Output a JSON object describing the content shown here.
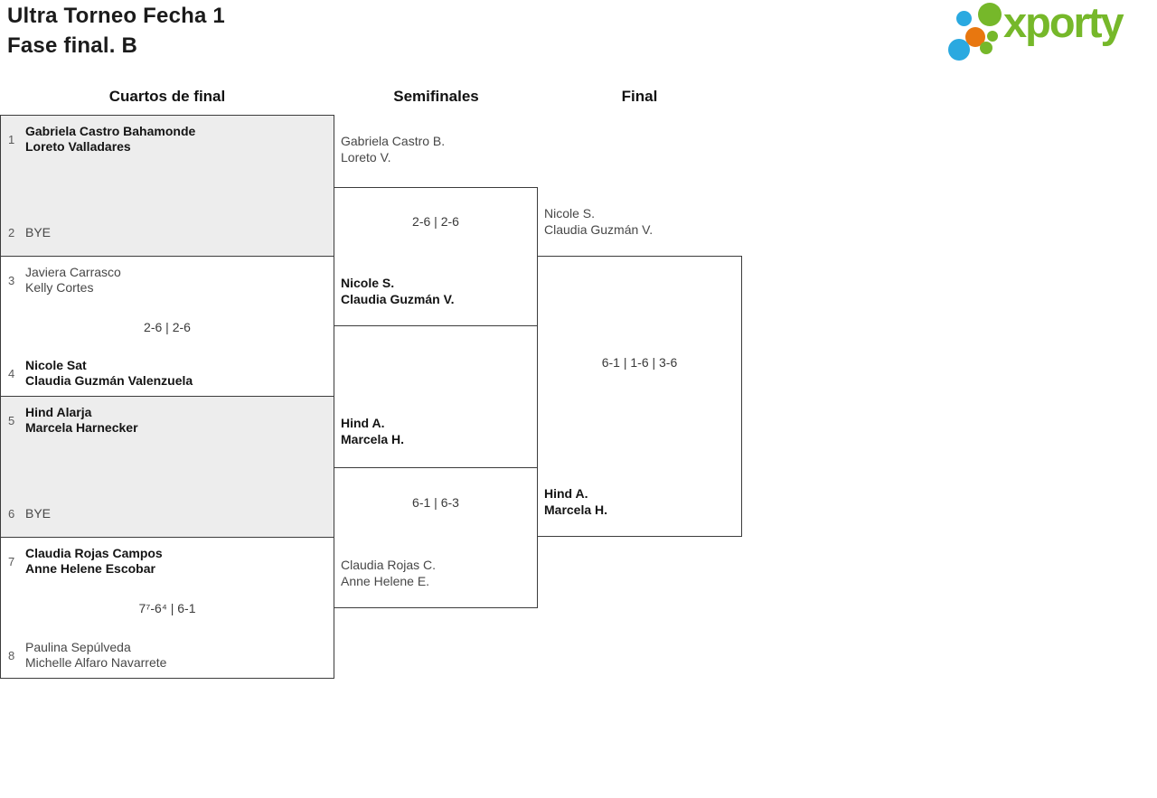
{
  "header": {
    "title_line1": "Ultra Torneo Fecha 1",
    "title_line2": "Fase final. B"
  },
  "logo": {
    "brand": "xporty",
    "colors": {
      "green": "#76b82a",
      "blue": "#2aa9e0",
      "orange": "#e8770f"
    }
  },
  "round_headers": {
    "quarterfinals": "Cuartos de final",
    "semifinals": "Semifinales",
    "final": "Final"
  },
  "bracket": {
    "quarterfinals": [
      {
        "top": {
          "seed": "1",
          "lines": [
            "Gabriela Castro Bahamonde",
            "Loreto Valladares"
          ],
          "winner": true
        },
        "score": "",
        "bottom": {
          "seed": "2",
          "lines": [
            "BYE"
          ],
          "winner": false
        }
      },
      {
        "top": {
          "seed": "3",
          "lines": [
            "Javiera Carrasco",
            "Kelly Cortes"
          ],
          "winner": false
        },
        "score": "2-6 | 2-6",
        "bottom": {
          "seed": "4",
          "lines": [
            "Nicole Sat",
            "Claudia Guzmán Valenzuela"
          ],
          "winner": true
        }
      },
      {
        "top": {
          "seed": "5",
          "lines": [
            "Hind Alarja",
            "Marcela Harnecker"
          ],
          "winner": true
        },
        "score": "",
        "bottom": {
          "seed": "6",
          "lines": [
            "BYE"
          ],
          "winner": false
        }
      },
      {
        "top": {
          "seed": "7",
          "lines": [
            "Claudia Rojas Campos",
            "Anne Helene Escobar"
          ],
          "winner": true
        },
        "score": "7⁷-6⁴ | 6-1",
        "bottom": {
          "seed": "8",
          "lines": [
            "Paulina Sepúlveda",
            "Michelle Alfaro Navarrete"
          ],
          "winner": false
        }
      }
    ],
    "semifinals": [
      {
        "top": {
          "lines": [
            "Gabriela Castro B.",
            "Loreto V."
          ],
          "winner": false
        },
        "score": "2-6 | 2-6",
        "bottom": {
          "lines": [
            "Nicole S.",
            "Claudia Guzmán V."
          ],
          "winner": true
        }
      },
      {
        "top": {
          "lines": [
            "Hind A.",
            "Marcela H."
          ],
          "winner": true
        },
        "score": "6-1 | 6-3",
        "bottom": {
          "lines": [
            "Claudia Rojas C.",
            "Anne Helene E."
          ],
          "winner": false
        }
      }
    ],
    "final": {
      "top": {
        "lines": [
          "Nicole S.",
          "Claudia Guzmán V."
        ],
        "winner": false
      },
      "score": "6-1 | 1-6 | 3-6",
      "bottom": {
        "lines": [
          "Hind A.",
          "Marcela H."
        ],
        "winner": true
      }
    }
  }
}
